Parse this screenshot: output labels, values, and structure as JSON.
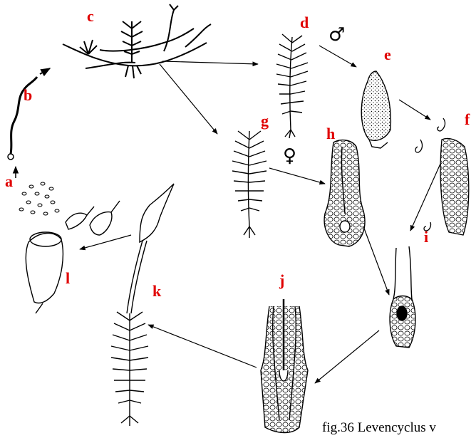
{
  "diagram": {
    "label_color": "#e00000",
    "ink_color": "#000000",
    "labels": {
      "a": "a",
      "b": "b",
      "c": "c",
      "d": "d",
      "e": "e",
      "f": "f",
      "g": "g",
      "h": "h",
      "i": "i",
      "j": "j",
      "k": "k",
      "l": "l"
    },
    "symbols": {
      "male": "♂",
      "female": "♀"
    },
    "caption": "fig.36 Levencyclus v"
  }
}
